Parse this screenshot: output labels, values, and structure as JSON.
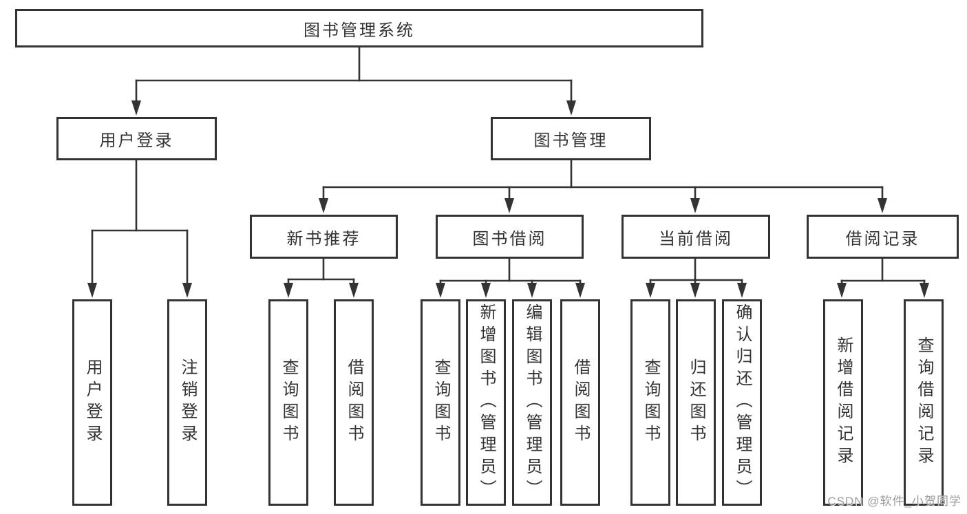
{
  "diagram": {
    "root": "图书管理系统",
    "branches": [
      {
        "label": "用户登录",
        "leaves": [
          "用户登录",
          "注销登录"
        ]
      },
      {
        "label": "图书管理",
        "groups": [
          {
            "label": "新书推荐",
            "leaves": [
              "查询图书",
              "借阅图书"
            ]
          },
          {
            "label": "图书借阅",
            "leaves": [
              "查询图书",
              "新增图书（管理员）",
              "编辑图书（管理员）",
              "借阅图书"
            ]
          },
          {
            "label": "当前借阅",
            "leaves": [
              "查询图书",
              "归还图书",
              "确认归还（管理员）"
            ]
          },
          {
            "label": "借阅记录",
            "leaves": [
              "新增借阅记录",
              "查询借阅记录"
            ]
          }
        ]
      }
    ]
  },
  "watermark": "CSDN @软件_小贺同学",
  "colors": {
    "line": "#333333",
    "text": "#333333",
    "watermark_text": "#9a9a9a",
    "background": "#ffffff"
  }
}
